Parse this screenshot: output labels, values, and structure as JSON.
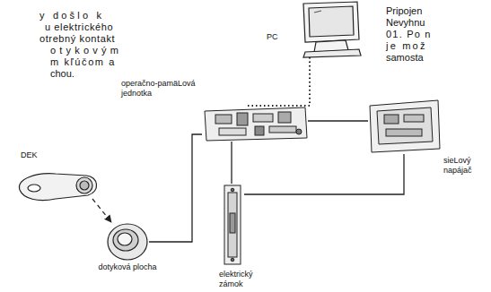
{
  "diagram": {
    "nodes": [
      {
        "text": [
          "PC"
        ]
      },
      {
        "text": [
          "operačno-pamäLová jednotka"
        ]
      },
      {
        "text": [
          "sieLový napájač"
        ]
      },
      {
        "text": [
          "DEK"
        ]
      },
      {
        "text": [
          "dotyková plocha"
        ]
      },
      {
        "text": [
          "elektrický zámok"
        ]
      }
    ],
    "edges": [
      {
        "from": 0,
        "to": 1,
        "arrow": "none"
      },
      {
        "from": 3,
        "to": 4,
        "arrow": "to"
      },
      {
        "from": 4,
        "to": 1,
        "arrow": "none"
      },
      {
        "from": 1,
        "to": 5,
        "arrow": "none"
      },
      {
        "from": 1,
        "to": 2,
        "arrow": "none"
      },
      {
        "from": 2,
        "to": 5,
        "arrow": "none"
      }
    ],
    "labels": [
      "y došlo k",
      "u elektrického",
      "otrebný kontakt",
      "otykovým",
      "m kľúčom a",
      "chou.",
      "Pripojen",
      "Nevyhnu",
      "01. Po n",
      "je mož",
      "samosta"
    ]
  }
}
